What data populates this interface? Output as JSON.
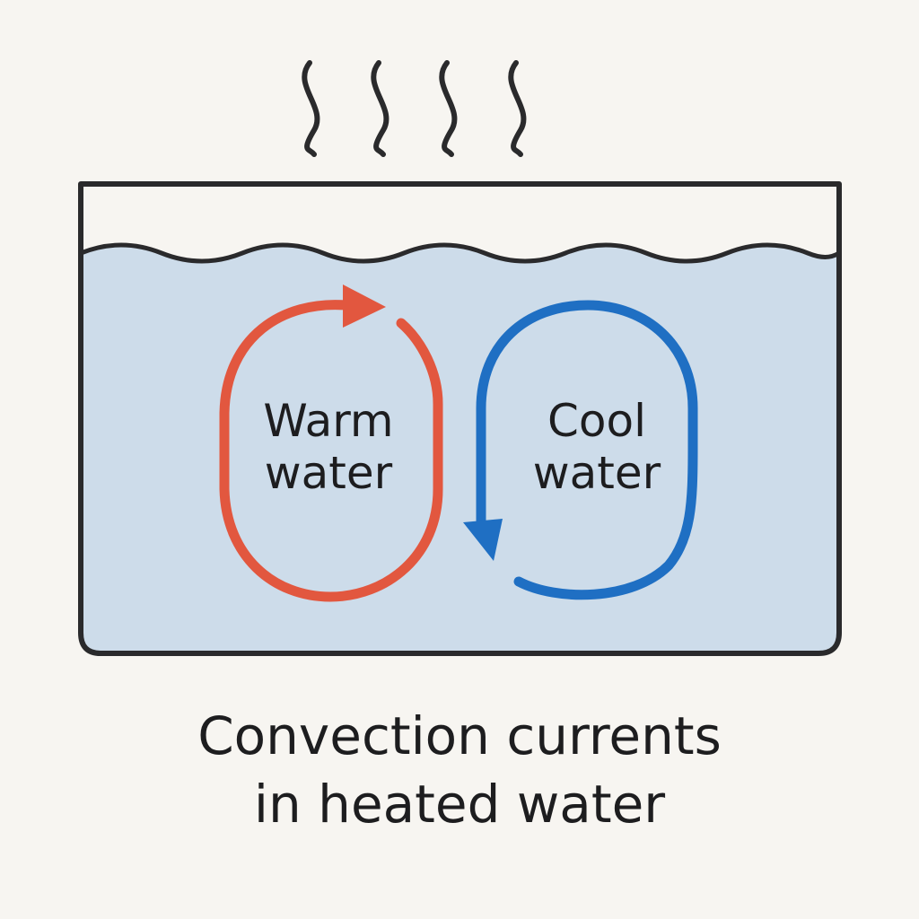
{
  "diagram": {
    "colors": {
      "background": "#f7f5f1",
      "water": "#cddcea",
      "outline": "#2a2a2c",
      "warm_current": "#e2573f",
      "cool_current": "#1f6fc3",
      "text": "#1d1d1f"
    },
    "steam_lines": 4,
    "regions": {
      "warm": {
        "line1": "Warm",
        "line2": "water",
        "icon": "clockwise-arrow-icon"
      },
      "cool": {
        "line1": "Cool",
        "line2": "water",
        "icon": "counter-clockwise-arrow-icon"
      }
    },
    "caption": {
      "line1": "Convection currents",
      "line2": "in heated water"
    }
  }
}
